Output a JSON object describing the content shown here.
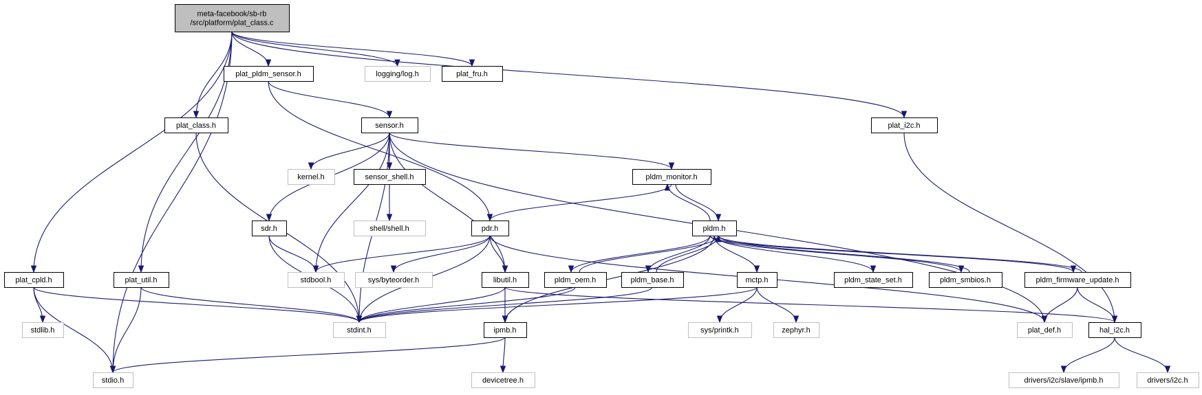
{
  "colors": {
    "edge": "#191970",
    "root_fill": "#bfbfbf",
    "doc_border": "#000000",
    "ext_border": "#bfbfbf",
    "node_fill": "#ffffff"
  },
  "graph": {
    "nodes": [
      {
        "id": "root",
        "label": "meta-facebook/sb-rb\n/src/platform/plat_class.c",
        "kind": "root"
      },
      {
        "id": "plat_pldm_sensor",
        "label": "plat_pldm_sensor.h",
        "kind": "doc"
      },
      {
        "id": "logging_log",
        "label": "logging/log.h",
        "kind": "ext"
      },
      {
        "id": "plat_fru",
        "label": "plat_fru.h",
        "kind": "doc"
      },
      {
        "id": "plat_class_h",
        "label": "plat_class.h",
        "kind": "doc"
      },
      {
        "id": "sensor",
        "label": "sensor.h",
        "kind": "doc"
      },
      {
        "id": "plat_i2c",
        "label": "plat_i2c.h",
        "kind": "doc"
      },
      {
        "id": "kernel",
        "label": "kernel.h",
        "kind": "ext"
      },
      {
        "id": "sensor_shell",
        "label": "sensor_shell.h",
        "kind": "doc"
      },
      {
        "id": "pldm_monitor",
        "label": "pldm_monitor.h",
        "kind": "doc"
      },
      {
        "id": "shell_shell",
        "label": "shell/shell.h",
        "kind": "ext"
      },
      {
        "id": "sdr",
        "label": "sdr.h",
        "kind": "doc"
      },
      {
        "id": "pdr",
        "label": "pdr.h",
        "kind": "doc"
      },
      {
        "id": "pldm",
        "label": "pldm.h",
        "kind": "doc"
      },
      {
        "id": "plat_cpld",
        "label": "plat_cpld.h",
        "kind": "doc"
      },
      {
        "id": "plat_util",
        "label": "plat_util.h",
        "kind": "doc"
      },
      {
        "id": "stdbool",
        "label": "stdbool.h",
        "kind": "ext"
      },
      {
        "id": "sys_byteorder",
        "label": "sys/byteorder.h",
        "kind": "ext"
      },
      {
        "id": "libutil",
        "label": "libutil.h",
        "kind": "doc"
      },
      {
        "id": "pldm_oem",
        "label": "pldm_oem.h",
        "kind": "doc"
      },
      {
        "id": "pldm_base",
        "label": "pldm_base.h",
        "kind": "doc"
      },
      {
        "id": "mctp",
        "label": "mctp.h",
        "kind": "doc"
      },
      {
        "id": "pldm_state_set",
        "label": "pldm_state_set.h",
        "kind": "doc"
      },
      {
        "id": "pldm_smbios",
        "label": "pldm_smbios.h",
        "kind": "doc"
      },
      {
        "id": "pldm_firmware_update",
        "label": "pldm_firmware_update.h",
        "kind": "doc"
      },
      {
        "id": "stdlib",
        "label": "stdlib.h",
        "kind": "ext"
      },
      {
        "id": "stdint",
        "label": "stdint.h",
        "kind": "ext"
      },
      {
        "id": "ipmb",
        "label": "ipmb.h",
        "kind": "doc"
      },
      {
        "id": "sys_printk",
        "label": "sys/printk.h",
        "kind": "ext"
      },
      {
        "id": "zephyr",
        "label": "zephyr.h",
        "kind": "ext"
      },
      {
        "id": "plat_def",
        "label": "plat_def.h",
        "kind": "ext"
      },
      {
        "id": "hal_i2c",
        "label": "hal_i2c.h",
        "kind": "doc"
      },
      {
        "id": "stdio",
        "label": "stdio.h",
        "kind": "ext"
      },
      {
        "id": "devicetree",
        "label": "devicetree.h",
        "kind": "ext"
      },
      {
        "id": "drivers_i2c_slave_ipmb",
        "label": "drivers/i2c/slave/ipmb.h",
        "kind": "ext"
      },
      {
        "id": "drivers_i2c",
        "label": "drivers/i2c.h",
        "kind": "ext"
      }
    ],
    "edges": [
      [
        "root",
        "plat_cpld"
      ],
      [
        "root",
        "stdio"
      ],
      [
        "root",
        "plat_util"
      ],
      [
        "root",
        "plat_class_h"
      ],
      [
        "root",
        "plat_pldm_sensor"
      ],
      [
        "root",
        "logging_log"
      ],
      [
        "root",
        "plat_fru"
      ],
      [
        "root",
        "plat_i2c"
      ],
      [
        "plat_pldm_sensor",
        "sensor"
      ],
      [
        "plat_pldm_sensor",
        "pdr"
      ],
      [
        "plat_class_h",
        "stdint"
      ],
      [
        "plat_i2c",
        "hal_i2c"
      ],
      [
        "sensor",
        "stdint"
      ],
      [
        "sensor",
        "sdr"
      ],
      [
        "sensor",
        "stdbool"
      ],
      [
        "sensor",
        "kernel"
      ],
      [
        "sensor",
        "sensor_shell"
      ],
      [
        "sensor",
        "pldm_monitor"
      ],
      [
        "sensor",
        "libutil"
      ],
      [
        "sensor",
        "plat_def"
      ],
      [
        "sensor_shell",
        "shell_shell"
      ],
      [
        "pldm_monitor",
        "pdr"
      ],
      [
        "pldm_monitor",
        "pldm"
      ],
      [
        "pldm",
        "pldm_monitor"
      ],
      [
        "pldm",
        "pldm_oem"
      ],
      [
        "pldm",
        "pldm_base"
      ],
      [
        "pldm",
        "mctp"
      ],
      [
        "pldm",
        "pldm_state_set"
      ],
      [
        "pldm",
        "pldm_smbios"
      ],
      [
        "pldm",
        "pldm_firmware_update"
      ],
      [
        "pldm",
        "ipmb"
      ],
      [
        "pldm_oem",
        "pldm"
      ],
      [
        "pldm_oem",
        "stdint"
      ],
      [
        "pldm_base",
        "pldm"
      ],
      [
        "pldm_base",
        "stdint"
      ],
      [
        "pldm_smbios",
        "pldm"
      ],
      [
        "pldm_firmware_update",
        "pldm"
      ],
      [
        "pldm_firmware_update",
        "plat_def"
      ],
      [
        "pldm_firmware_update",
        "hal_i2c"
      ],
      [
        "sdr",
        "stdbool"
      ],
      [
        "sdr",
        "stdint"
      ],
      [
        "pdr",
        "stdbool"
      ],
      [
        "pdr",
        "sys_byteorder"
      ],
      [
        "pdr",
        "libutil"
      ],
      [
        "pdr",
        "stdint"
      ],
      [
        "pdr",
        "plat_def"
      ],
      [
        "libutil",
        "stdint"
      ],
      [
        "libutil",
        "ipmb"
      ],
      [
        "libutil",
        "hal_i2c"
      ],
      [
        "mctp",
        "stdint"
      ],
      [
        "mctp",
        "sys_printk"
      ],
      [
        "mctp",
        "zephyr"
      ],
      [
        "ipmb",
        "stdio"
      ],
      [
        "ipmb",
        "devicetree"
      ],
      [
        "plat_cpld",
        "stdlib"
      ],
      [
        "plat_cpld",
        "stdint"
      ],
      [
        "plat_cpld",
        "stdio"
      ],
      [
        "plat_util",
        "stdint"
      ],
      [
        "plat_util",
        "stdio"
      ],
      [
        "hal_i2c",
        "drivers_i2c_slave_ipmb"
      ],
      [
        "hal_i2c",
        "drivers_i2c"
      ]
    ]
  }
}
